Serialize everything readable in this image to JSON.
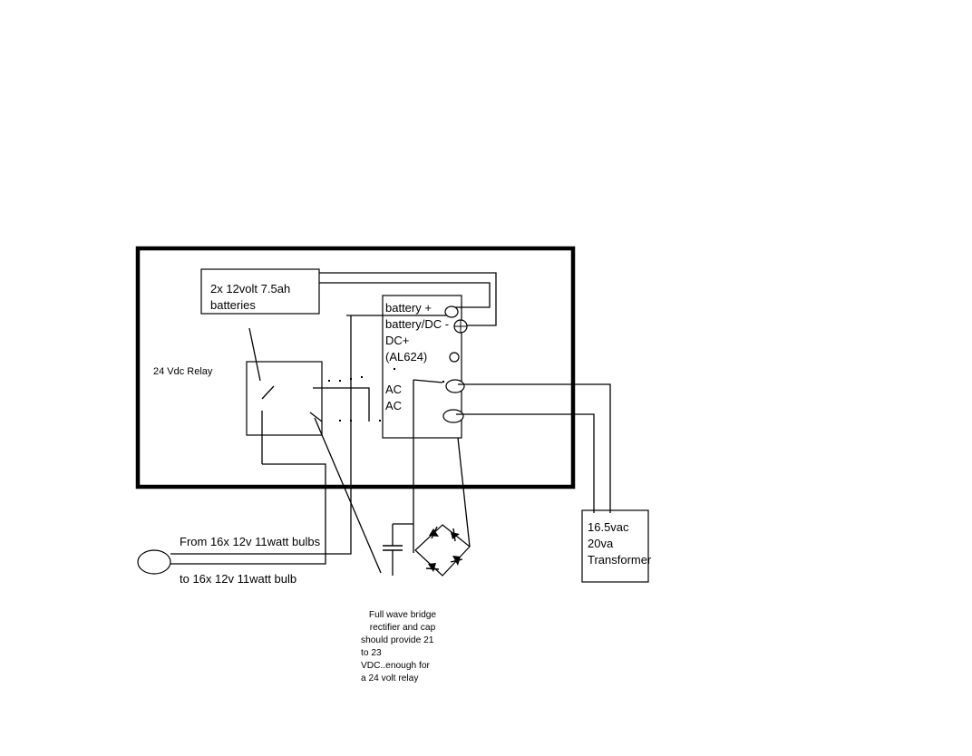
{
  "labels": {
    "batteries_line1": "2x 12volt 7.5ah",
    "batteries_line2": "batteries",
    "relay": "24 Vdc Relay",
    "psu_battery_plus": "battery +",
    "psu_battery_dc_minus": "battery/DC -",
    "psu_dc_plus": "DC+",
    "psu_model": "(AL624)",
    "psu_ac1": "AC",
    "psu_ac2": "AC",
    "transformer_line1": "16.5vac",
    "transformer_line2": "20va",
    "transformer_line3": "Transformer",
    "from_bulbs": "From 16x 12v 11watt bulbs",
    "to_bulbs": "to 16x 12v 11watt bulb"
  },
  "note": {
    "line1": "Full wave bridge",
    "line2": "rectifier and cap",
    "line3": "should provide 21",
    "line4": "to 23",
    "line5": "VDC..enough for",
    "line6": "a 24 volt relay"
  }
}
